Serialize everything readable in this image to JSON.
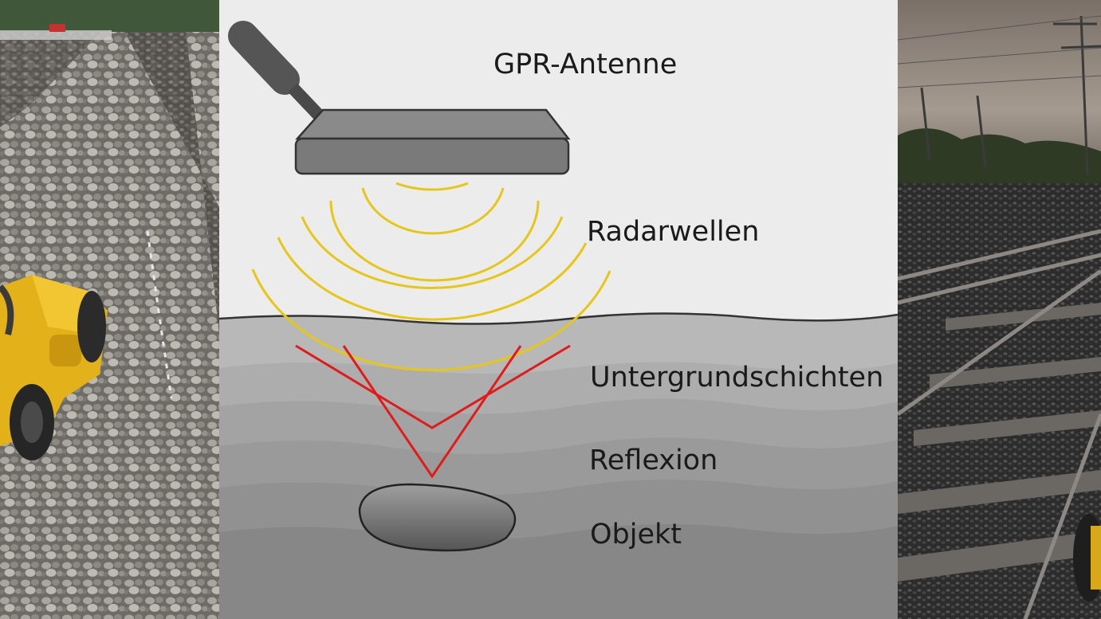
{
  "labels": {
    "antenna": "GPR-Antenne",
    "waves": "Radarwellen",
    "layers": "Untergrundschichten",
    "reflection": "Reflexion",
    "object": "Objekt"
  },
  "colors": {
    "diagram_background": "#ececec",
    "waves": "#e6c619",
    "reflection": "#e01b1b",
    "antenna": "#7a7a7a",
    "ground_top": "#b6b6b6",
    "ground_bottom": "#8a8a8a"
  },
  "photos": {
    "left": "gpr-cart-on-ballast",
    "right": "railway-tracks-at-dusk"
  }
}
